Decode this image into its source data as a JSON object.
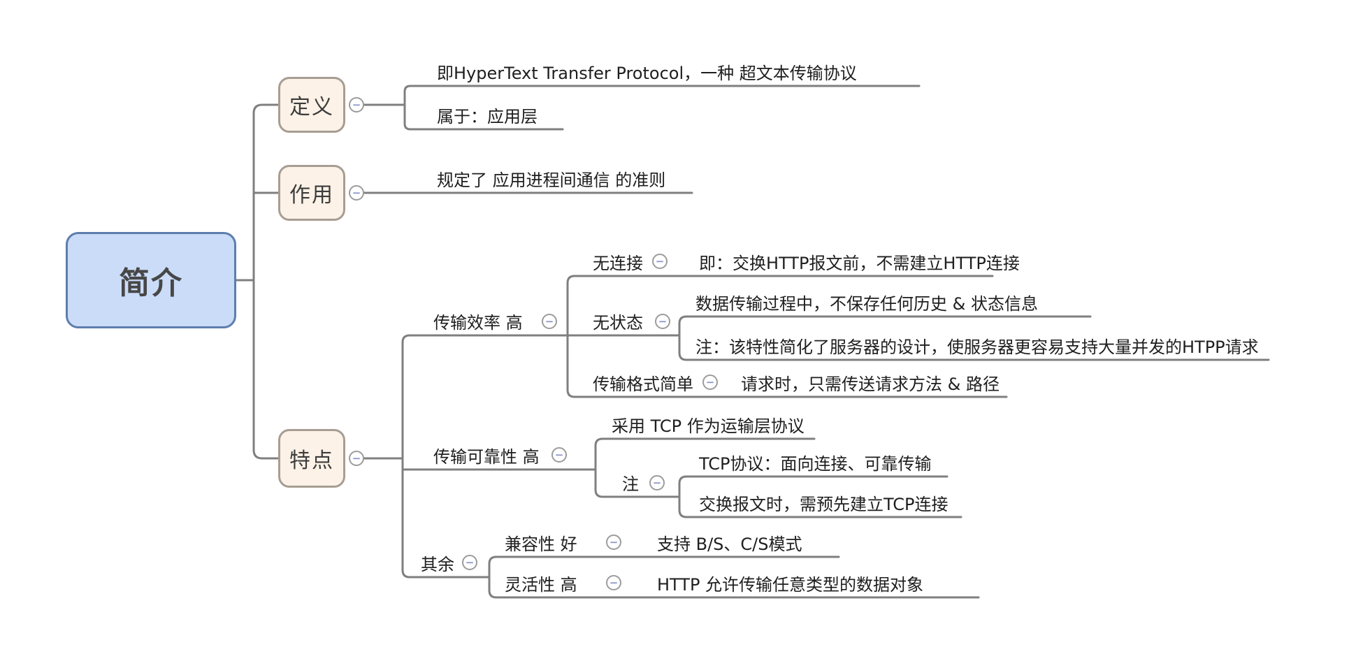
{
  "app": {
    "type": "mindmap",
    "topic": "HTTP 简介思维导图"
  },
  "ui": {
    "collapse_glyph": "−"
  },
  "colors": {
    "root_fill": "#cadcf8",
    "root_border": "#5d7dac",
    "branch_fill": "#fcf2e7",
    "branch_border": "#a79d92",
    "connector_line": "#7f7f7f",
    "text": "#1e1e1e",
    "collapse_minus": "#8a94c8"
  },
  "mindmap": {
    "root": {
      "label": "简介"
    },
    "definition": {
      "label": "定义",
      "children": [
        {
          "label": "即HyperText Transfer Protocol，一种 超文本传输协议"
        },
        {
          "label": "属于：应用层"
        }
      ]
    },
    "function": {
      "label": "作用",
      "children": [
        {
          "label": "规定了 应用进程间通信 的准则"
        }
      ]
    },
    "features": {
      "label": "特点",
      "efficiency": {
        "label": "传输效率 高",
        "children": {
          "connectionless": {
            "label": "无连接",
            "note": "即：交换HTTP报文前，不需建立HTTP连接"
          },
          "stateless": {
            "label": "无状态",
            "children": [
              {
                "label": "数据传输过程中，不保存任何历史 & 状态信息"
              },
              {
                "label": "注：该特性简化了服务器的设计，使服务器更容易支持大量并发的HTPP请求"
              }
            ]
          },
          "simple_format": {
            "label": "传输格式简单",
            "note": "请求时，只需传送请求方法 & 路径"
          }
        }
      },
      "reliability": {
        "label": "传输可靠性 高",
        "children": {
          "tcp": {
            "label": "采用 TCP 作为运输层协议"
          },
          "note": {
            "label": "注",
            "children": [
              {
                "label": "TCP协议：面向连接、可靠传输"
              },
              {
                "label": "交换报文时，需预先建立TCP连接"
              }
            ]
          }
        }
      },
      "others": {
        "label": "其余",
        "children": {
          "compatibility": {
            "label": "兼容性 好",
            "note": "支持 B/S、C/S模式"
          },
          "flexibility": {
            "label": "灵活性 高",
            "note": "HTTP 允许传输任意类型的数据对象"
          }
        }
      }
    }
  }
}
